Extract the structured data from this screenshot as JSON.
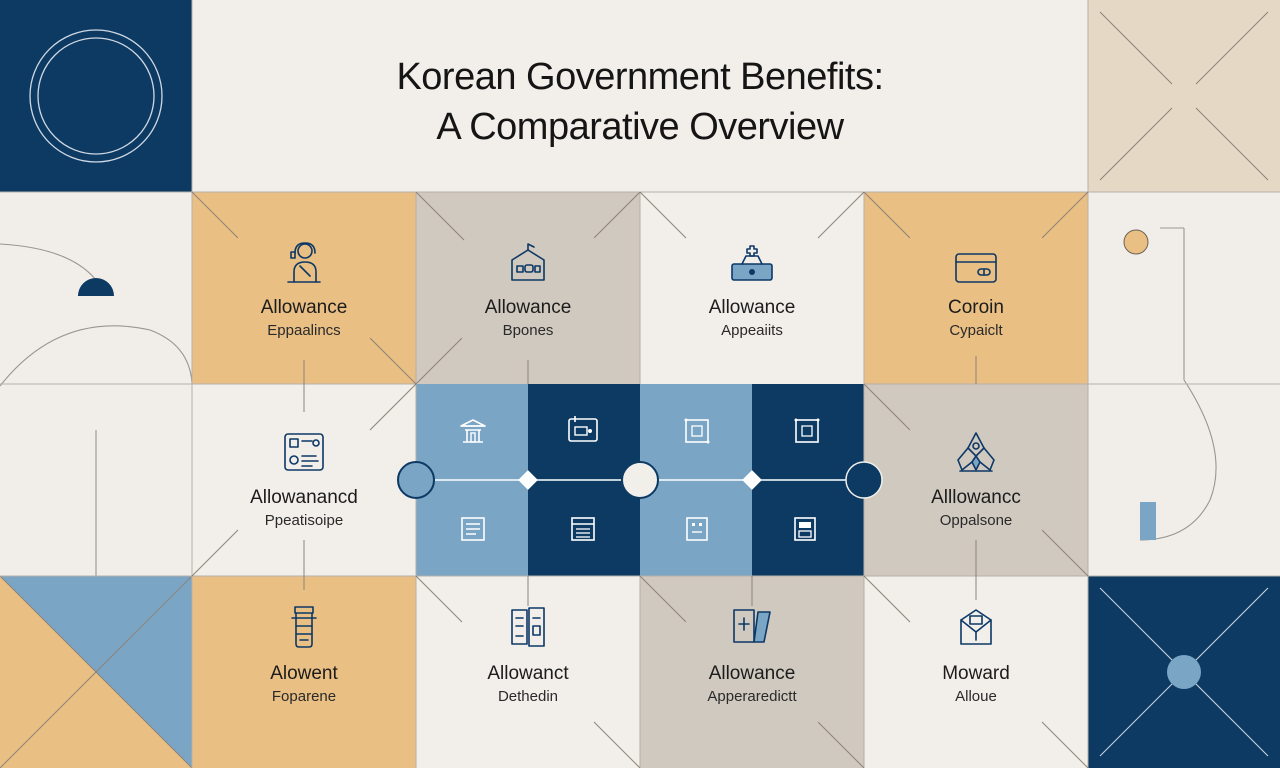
{
  "title": {
    "line1": "Korean Government Benefits:",
    "line2": "A Comparative Overview"
  },
  "colors": {
    "navy": "#0d3a63",
    "sky": "#7ba5c5",
    "sand": "#e9bf84",
    "taupe": "#d0c9c0",
    "cream": "#efece6",
    "paper": "#f2efea"
  },
  "cards": [
    {
      "id": "r1c1",
      "icon": "person-with-headset-icon",
      "line1": "Allowance",
      "line2": "Eppaalincs"
    },
    {
      "id": "r1c2",
      "icon": "house-icon",
      "line1": "Allowance",
      "line2": "Bpones"
    },
    {
      "id": "r1c3",
      "icon": "medical-kit-icon",
      "line1": "Allowance",
      "line2": "Appeaiits"
    },
    {
      "id": "r1c4",
      "icon": "credit-card-icon",
      "line1": "Coroin",
      "line2": "Cypaiclt"
    },
    {
      "id": "r2c1",
      "icon": "dashboard-form-icon",
      "line1": "Allowanancd",
      "line2": "Ppeatisoipe"
    },
    {
      "id": "r2c4",
      "icon": "rocket-icon",
      "line1": "Alllowancc",
      "line2": "Oppalsone"
    },
    {
      "id": "r3c1",
      "icon": "container-jar-icon",
      "line1": "Alowent",
      "line2": "Foparene"
    },
    {
      "id": "r3c2",
      "icon": "building-doors-icon",
      "line1": "Allowanct",
      "line2": "Dethedin"
    },
    {
      "id": "r3c3",
      "icon": "documents-icon",
      "line1": "Allowance",
      "line2": "Apperaredictt"
    },
    {
      "id": "r3c4",
      "icon": "envelope-mail-icon",
      "line1": "Moward",
      "line2": "Alloue"
    }
  ],
  "center_icons": [
    "government-building-icon",
    "id-card-icon",
    "frame-icon",
    "frame-icon",
    "document-list-icon",
    "ledger-icon",
    "portrait-icon",
    "window-icon"
  ]
}
